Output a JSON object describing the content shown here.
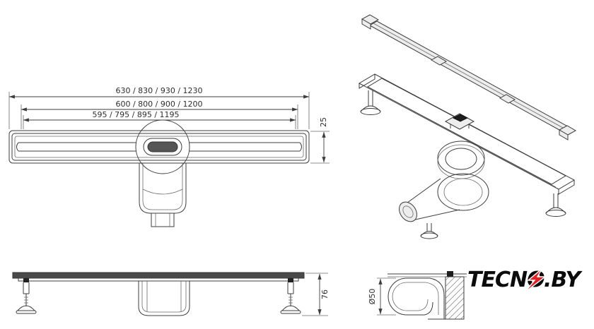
{
  "meta": {
    "background": "#ffffff",
    "line_color": "#3d3d3d",
    "accent_red": "#e02125"
  },
  "plan_view": {
    "dims": {
      "outer": "630 / 830 / 930 / 1230",
      "body": "600 / 800 / 900 / 1200",
      "inner": "595 / 795 / 895 / 1195",
      "height": "25"
    }
  },
  "side_view": {
    "dims": {
      "height": "76"
    }
  },
  "section_view": {
    "dims": {
      "diameter": "Ø50"
    }
  },
  "logo": {
    "text": "TECNO.BY"
  }
}
